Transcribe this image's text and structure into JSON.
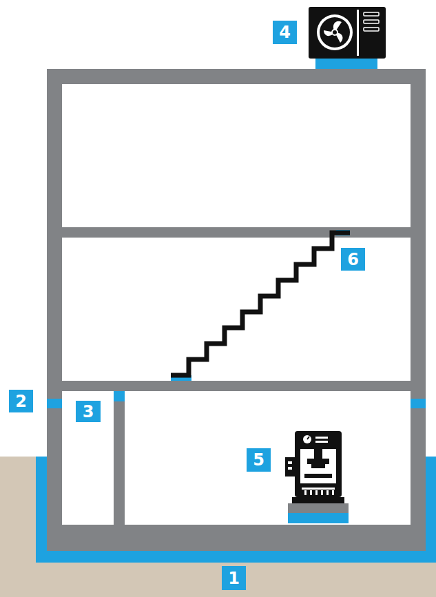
{
  "diagram": {
    "labels": [
      "4",
      "6",
      "2",
      "3",
      "5",
      "1"
    ]
  }
}
